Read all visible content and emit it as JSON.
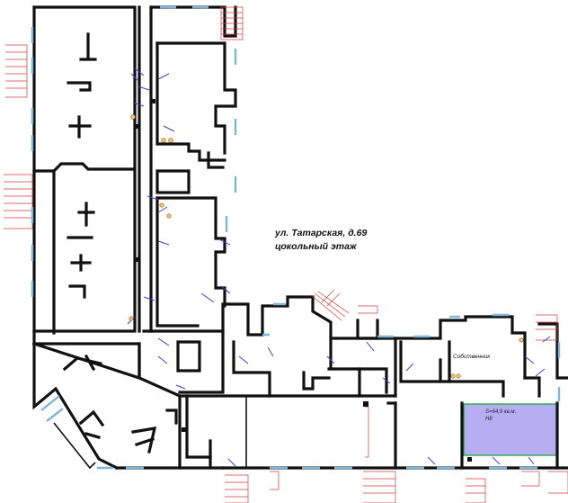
{
  "plan": {
    "address": "ул. Татарская, д.69",
    "floor": "цокольный этаж",
    "owner_room": "Собственник",
    "rental": {
      "area_text": "S=64,9 кв.м.",
      "code": "Н8",
      "fill": "#b6aef0",
      "border": "#2aa84a"
    }
  },
  "colors": {
    "wall": "#111111",
    "window": "#7fb6d8",
    "stairs": "#d23c3c",
    "doors": "#3b43c6",
    "fixtures": "#f2c27a"
  },
  "icons": [
    "stair-icon",
    "door-swing-icon",
    "sanitary-fixture-icon",
    "window-icon"
  ]
}
